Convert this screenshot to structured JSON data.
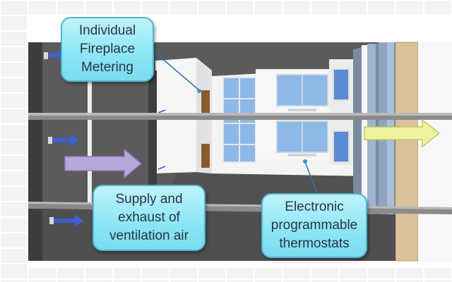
{
  "callouts": {
    "fireplace": {
      "lines": [
        "Individual",
        "Fireplace",
        "Metering"
      ]
    },
    "ventilation": {
      "lines": [
        "Supply and",
        "exhaust of",
        "ventilation air"
      ]
    },
    "thermostats": {
      "lines": [
        "Electronic",
        "programmable",
        "thermostats"
      ]
    }
  },
  "colors": {
    "callout_fill": "#8fe6f6",
    "callout_border": "#4fb6d2",
    "supply_arrow": "#b9a6dc",
    "exhaust_arrow": "#eef29a",
    "small_arrow": "#3d5fd0",
    "window_glass": "#8eb8e6",
    "floor": "#4d4d4d",
    "wood_column": "#d9c29a"
  },
  "icons": [
    "arrow-right-icon",
    "leader-line"
  ]
}
